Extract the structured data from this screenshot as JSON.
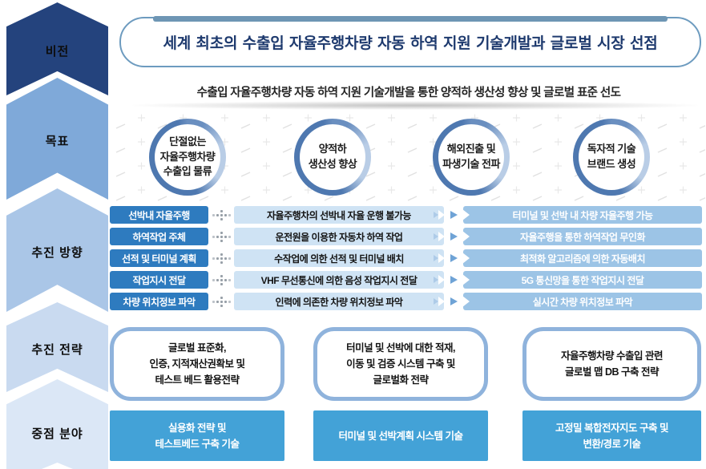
{
  "palette": {
    "vision_chevron": "#24437d",
    "label_box": "#2e7bbf",
    "current_box": "#cfe3f4",
    "future_box": "#9cc4e6",
    "focus_box": "#43a2d7",
    "capsule_border": "#8fb3dc",
    "title_text": "#1e3a6e"
  },
  "sidebar": {
    "items": [
      {
        "label": "비전"
      },
      {
        "label": "목표"
      },
      {
        "label": "추진 방향"
      },
      {
        "label": "추진 전략"
      },
      {
        "label": "중점 분야"
      }
    ]
  },
  "vision": {
    "title": "세계 최초의 수출입 자율주행차량 자동 하역 지원 기술개발과 글로벌 시장 선점"
  },
  "goal": {
    "statement": "수출입 자율주행차량 자동 하역 지원 기술개발을 통한 양적하 생산성 향상 및 글로벌 표준 선도"
  },
  "objectives": [
    {
      "text": "단절없는\n자율주행차량\n수출입 물류"
    },
    {
      "text": "양적하\n생산성 향상"
    },
    {
      "text": "해외진출 및\n파생기술 전파"
    },
    {
      "text": "독자적 기술\n브랜드 생성"
    }
  ],
  "directions": {
    "rows": [
      {
        "label": "선박내 자율주행",
        "current": "자율주행차의 선박내 자율 운행 불가능",
        "future": "터미널 및 선박 내 차량 자율주행 가능"
      },
      {
        "label": "하역작업 주체",
        "current": "운전원을 이용한 자동차 하역 작업",
        "future": "자율주행을 통한 하역작업 무인화"
      },
      {
        "label": "선적 및 터미널 계획",
        "current": "수작업에 의한 선적 및 터미널 배치",
        "future": "최적화 알고리즘에 의한 자동배치"
      },
      {
        "label": "작업지시 전달",
        "current": "VHF 무선통신에 의한 음성 작업지시 전달",
        "future": "5G 통신망을 통한 작업지시 전달"
      },
      {
        "label": "차량 위치정보 파악",
        "current": "인력에 의존한 차량 위치정보 파악",
        "future": "실시간 차량 위치정보 파악"
      }
    ]
  },
  "strategies": [
    {
      "text": "글로벌 표준화,\n인증, 지적재산권확보 및\n테스트 베드 활용전략"
    },
    {
      "text": "터미널 및 선박에 대한 적재,\n이동 및 검증 시스템 구축 및\n글로벌화 전략"
    },
    {
      "text": "자율주행차량 수출입 관련\n글로벌 맵 DB 구축 전략"
    }
  ],
  "focus_areas": [
    {
      "text": "실용화 전략 및\n테스트베드 구축 기술"
    },
    {
      "text": "터미널 및 선박계획 시스템 기술"
    },
    {
      "text": "고정밀 복합전자지도 구축 및\n변환/경로 기술"
    }
  ]
}
